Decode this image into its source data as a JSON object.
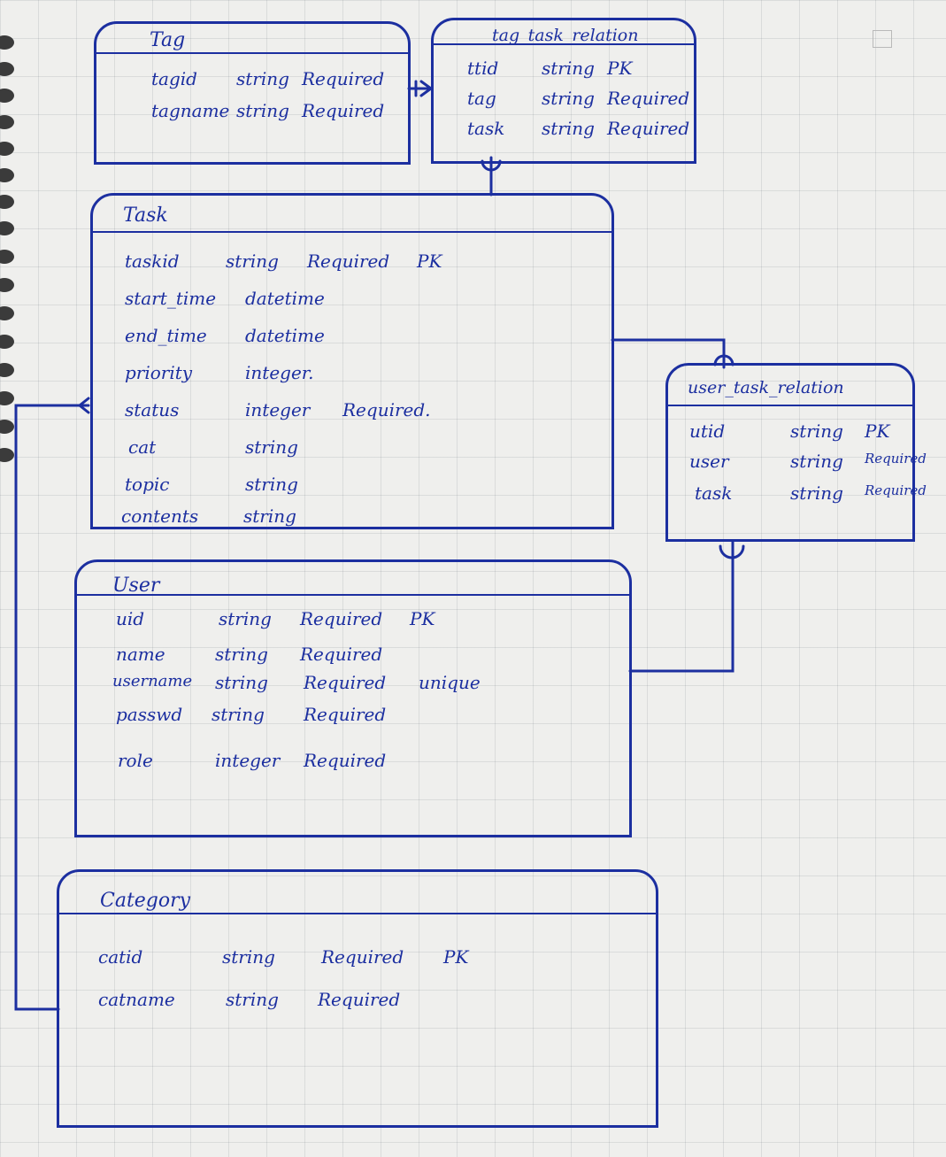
{
  "entities": {
    "tag": {
      "title": "Tag",
      "fields": [
        {
          "name": "tagid",
          "type": "string",
          "required": "Required",
          "key": ""
        },
        {
          "name": "tagname",
          "type": "string",
          "required": "Required",
          "key": ""
        }
      ]
    },
    "tag_task_relation": {
      "title": "tag_task_relation",
      "fields": [
        {
          "name": "ttid",
          "type": "string",
          "required": "PK",
          "key": ""
        },
        {
          "name": "tag",
          "type": "string",
          "required": "Required",
          "key": ""
        },
        {
          "name": "task",
          "type": "string",
          "required": "Required",
          "key": ""
        }
      ]
    },
    "task": {
      "title": "Task",
      "fields": [
        {
          "name": "taskid",
          "type": "string",
          "required": "Required",
          "key": "PK"
        },
        {
          "name": "start_time",
          "type": "datetime",
          "required": "",
          "key": ""
        },
        {
          "name": "end_time",
          "type": "datetime",
          "required": "",
          "key": ""
        },
        {
          "name": "priority",
          "type": "integer.",
          "required": "",
          "key": ""
        },
        {
          "name": "status",
          "type": "integer",
          "required": "Required.",
          "key": ""
        },
        {
          "name": "cat",
          "type": "string",
          "required": "",
          "key": ""
        },
        {
          "name": "topic",
          "type": "string",
          "required": "",
          "key": ""
        },
        {
          "name": "contents",
          "type": "string",
          "required": "",
          "key": ""
        }
      ]
    },
    "user_task_relation": {
      "title": "user_task_relation",
      "fields": [
        {
          "name": "utid",
          "type": "string",
          "required": "PK",
          "key": ""
        },
        {
          "name": "user",
          "type": "string",
          "required": "Required",
          "key": ""
        },
        {
          "name": "task",
          "type": "string",
          "required": "Required",
          "key": ""
        }
      ]
    },
    "user": {
      "title": "User",
      "fields": [
        {
          "name": "uid",
          "type": "string",
          "required": "Required",
          "key": "PK"
        },
        {
          "name": "name",
          "type": "string",
          "required": "Required",
          "key": ""
        },
        {
          "name": "username",
          "type": "string",
          "required": "Required",
          "key": "unique"
        },
        {
          "name": "passwd",
          "type": "string",
          "required": "Required",
          "key": ""
        },
        {
          "name": "role",
          "type": "integer",
          "required": "Required",
          "key": ""
        }
      ]
    },
    "category": {
      "title": "Category",
      "fields": [
        {
          "name": "catid",
          "type": "string",
          "required": "Required",
          "key": "PK"
        },
        {
          "name": "catname",
          "type": "string",
          "required": "Required",
          "key": ""
        }
      ]
    }
  },
  "colors": {
    "ink": "#1c2fa0",
    "paper": "#efefed",
    "grid": "#9aa3ab"
  }
}
